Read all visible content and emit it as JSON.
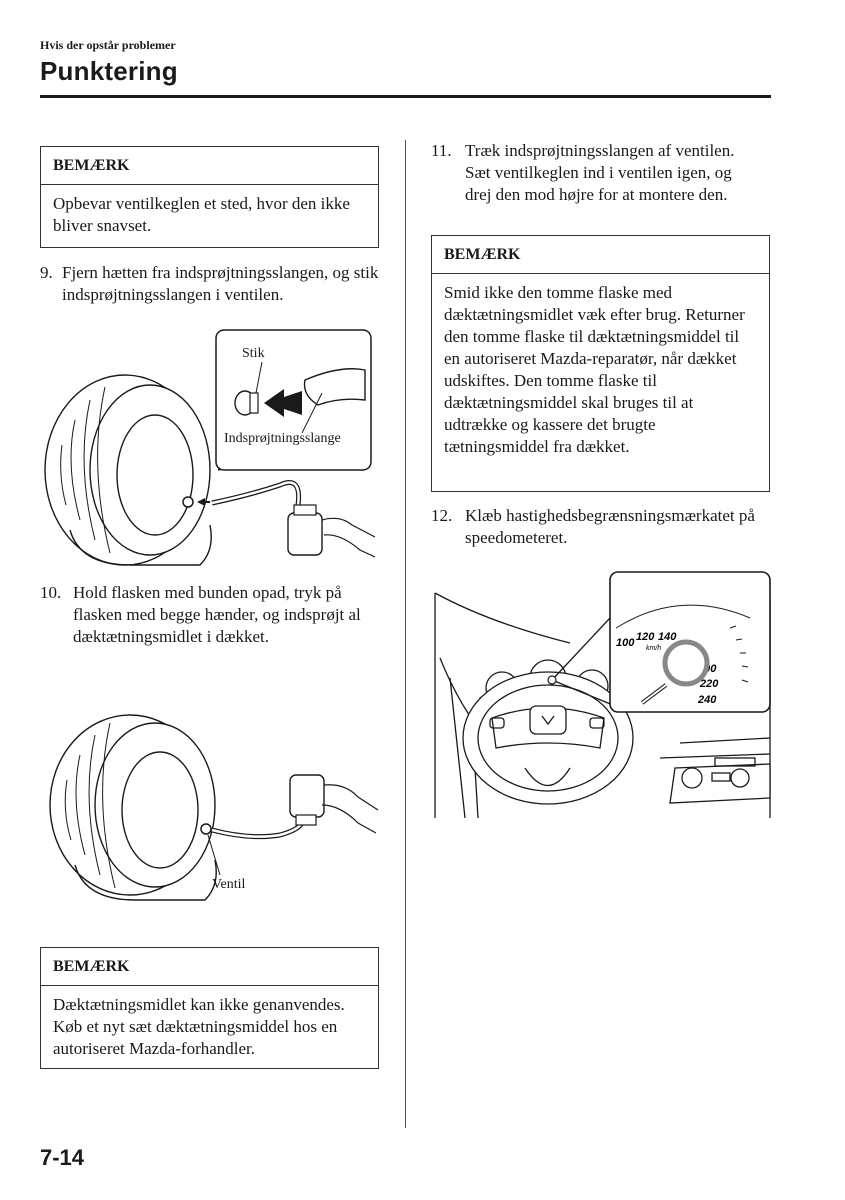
{
  "header": {
    "section": "Hvis der opstår problemer",
    "title": "Punktering"
  },
  "notes": [
    {
      "label": "BEMÆRK",
      "text": "Opbevar ventilkeglen et sted, hvor den ikke bliver snavset."
    },
    {
      "label": "BEMÆRK",
      "text": "Dæktætningsmidlet kan ikke genanvendes. Køb et nyt sæt dæktætningsmiddel hos en autoriseret Mazda-forhandler."
    },
    {
      "label": "BEMÆRK",
      "text": "Smid ikke den tomme flaske med dæktætningsmidlet væk efter brug. Returner den tomme flaske til dæktætningsmiddel til en autoriseret Mazda-reparatør, når dækket udskiftes. Den tomme flaske til dæktætningsmiddel skal bruges til at udtrække og kassere det brugte tætningsmiddel fra dækket."
    }
  ],
  "steps": [
    {
      "num": "9.",
      "text": "Fjern hætten fra indsprøjtningsslangen, og stik indsprøjtningsslangen i ventilen."
    },
    {
      "num": "10.",
      "text": "Hold flasken med bunden opad, tryk på flasken med begge hænder, og indsprøjt al dæktætningsmidlet i dækket."
    },
    {
      "num": "11.",
      "text": "Træk indsprøjtningsslangen af ventilen. Sæt ventilkeglen ind i ventilen igen, og drej den mod højre for at montere den."
    },
    {
      "num": "12.",
      "text": "Klæb hastighedsbegrænsningsmærkatet på speedometeret."
    }
  ],
  "figures": {
    "insert_hose": {
      "label_plug": "Stik",
      "label_hose": "Indsprøjtningsslange"
    },
    "inject": {
      "label_valve": "Ventil"
    },
    "speedometer": {
      "ticks": [
        "100",
        "120",
        "140",
        "km/h",
        "200",
        "220",
        "240"
      ]
    }
  },
  "footer": {
    "page_number": "7-14"
  }
}
